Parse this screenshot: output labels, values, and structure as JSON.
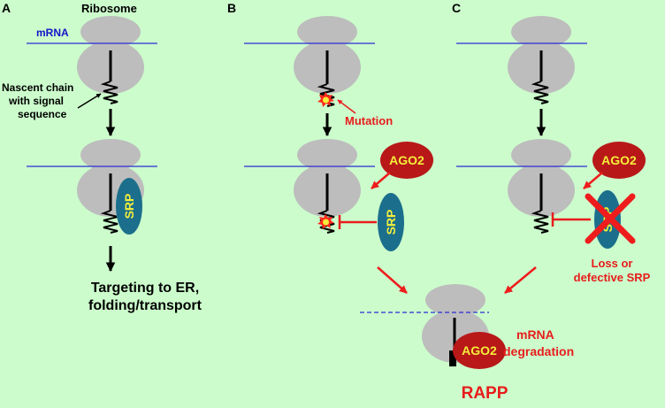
{
  "panels": {
    "a": "A",
    "b": "B",
    "c": "C"
  },
  "labels": {
    "ribosome": "Ribosome",
    "mrna": "mRNA",
    "nascent_line1": "Nascent chain",
    "nascent_line2": "with signal",
    "nascent_line3": "sequence",
    "srp": "SRP",
    "targeting_line1": "Targeting to ER,",
    "targeting_line2": "folding/transport",
    "mutation": "Mutation",
    "ago2": "AGO2",
    "loss_line1": "Loss or",
    "loss_line2": "defective SRP",
    "degradation_line1": "mRNA",
    "degradation_line2": "degradation",
    "rapp": "RAPP"
  },
  "colors": {
    "background": "#ccfccc",
    "ribosome": "#bdbdbd",
    "mrna_line": "#2b2bd6",
    "srp_fill": "#1b6f8c",
    "srp_text": "#f4ee3a",
    "ago2_fill": "#b81818",
    "ago2_text": "#f4ee3a",
    "red_arrow": "#ee1c1c",
    "label_red": "#e81c1c",
    "mrna_label": "#1414c8"
  }
}
